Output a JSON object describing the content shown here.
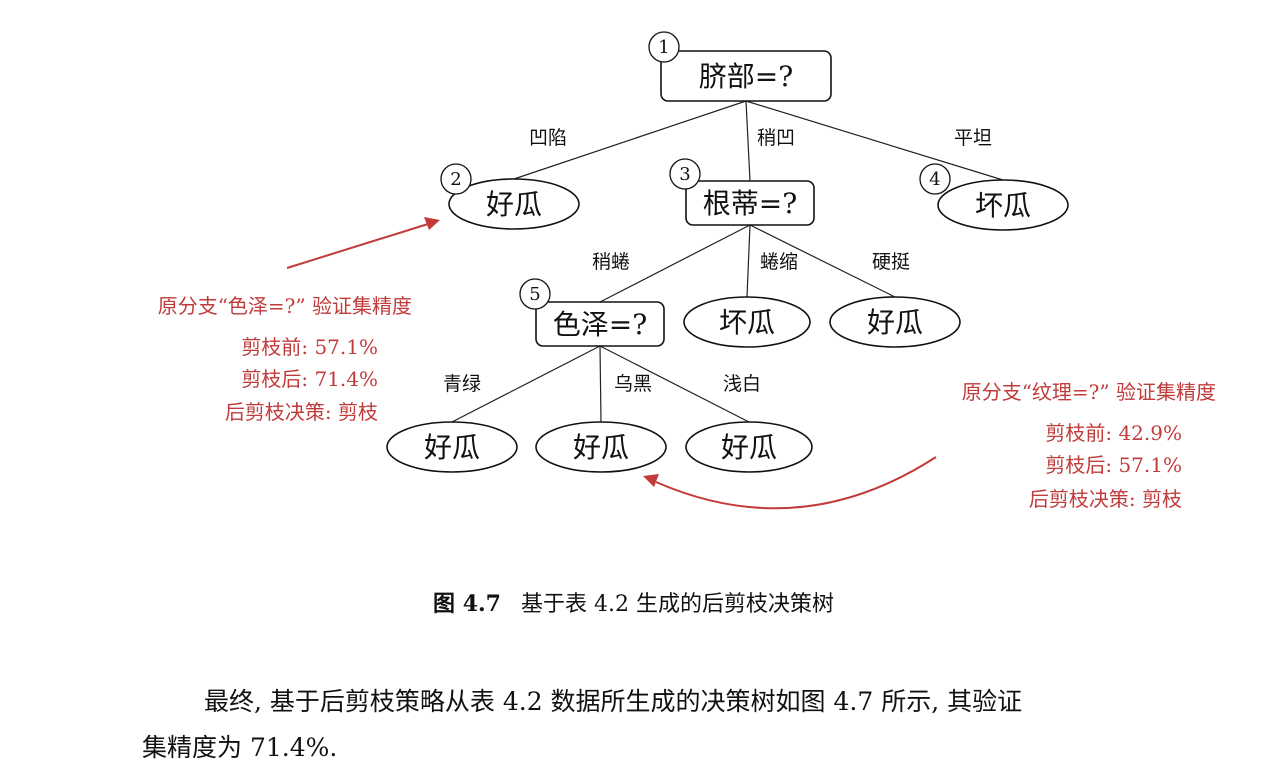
{
  "figure": {
    "nodes": [
      {
        "id": "n1",
        "kind": "test",
        "num": "1",
        "label": "脐部=?"
      },
      {
        "id": "n2",
        "kind": "leaf",
        "num": "2",
        "label": "好瓜"
      },
      {
        "id": "n3",
        "kind": "test",
        "num": "3",
        "label": "根蒂=?"
      },
      {
        "id": "n4",
        "kind": "leaf",
        "num": "4",
        "label": "坏瓜"
      },
      {
        "id": "n5",
        "kind": "test",
        "num": "5",
        "label": "色泽=?"
      },
      {
        "id": "n6",
        "kind": "leaf",
        "num": "",
        "label": "坏瓜"
      },
      {
        "id": "n7",
        "kind": "leaf",
        "num": "",
        "label": "好瓜"
      },
      {
        "id": "n8",
        "kind": "leaf",
        "num": "",
        "label": "好瓜"
      },
      {
        "id": "n9",
        "kind": "leaf",
        "num": "",
        "label": "好瓜"
      },
      {
        "id": "n10",
        "kind": "leaf",
        "num": "",
        "label": "好瓜"
      }
    ],
    "edges": [
      {
        "from": "n1",
        "to": "n2",
        "label": "凹陷"
      },
      {
        "from": "n1",
        "to": "n3",
        "label": "稍凹"
      },
      {
        "from": "n1",
        "to": "n4",
        "label": "平坦"
      },
      {
        "from": "n3",
        "to": "n5",
        "label": "稍蜷"
      },
      {
        "from": "n3",
        "to": "n6",
        "label": "蜷缩"
      },
      {
        "from": "n3",
        "to": "n7",
        "label": "硬挺"
      },
      {
        "from": "n5",
        "to": "n8",
        "label": "青绿"
      },
      {
        "from": "n5",
        "to": "n9",
        "label": "乌黑"
      },
      {
        "from": "n5",
        "to": "n10",
        "label": "浅白"
      }
    ],
    "notes": [
      {
        "id": "left",
        "lines": [
          "原分支“色泽=?” 验证集精度",
          "剪枝前: 57.1%",
          "剪枝后: 71.4%",
          "后剪枝决策: 剪枝"
        ]
      },
      {
        "id": "right",
        "lines": [
          "原分支“纹理=?” 验证集精度",
          "剪枝前: 42.9%",
          "剪枝后: 57.1%",
          "后剪枝决策: 剪枝"
        ]
      }
    ],
    "note_color": "#c23b3b"
  },
  "caption": {
    "number": "图 4.7",
    "text": "基于表 4.2 生成的后剪枝决策树"
  },
  "paragraph": {
    "line1": "最终, 基于后剪枝策略从表 4.2 数据所生成的决策树如图 4.7 所示, 其验证",
    "line2": "集精度为 71.4%."
  }
}
